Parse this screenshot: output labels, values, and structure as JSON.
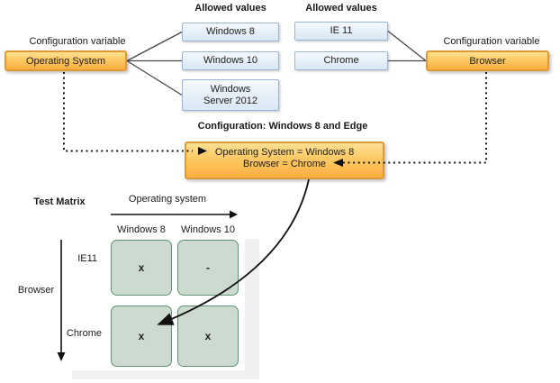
{
  "os": {
    "caption": "Configuration variable",
    "box_label": "Operating System",
    "allowed_heading": "Allowed values",
    "values": [
      "Windows 8",
      "Windows 10",
      "Windows Server 2012"
    ]
  },
  "browser": {
    "caption": "Configuration variable",
    "box_label": "Browser",
    "allowed_heading": "Allowed values",
    "values": [
      "IE 11",
      "Chrome"
    ]
  },
  "configuration": {
    "heading": "Configuration: Windows 8 and Edge",
    "line1": "Operating System = Windows 8",
    "line2": "Browser = Chrome"
  },
  "matrix": {
    "title": "Test Matrix",
    "x_axis_label": "Operating system",
    "y_axis_label": "Browser",
    "columns": [
      "Windows 8",
      "Windows 10"
    ],
    "rows": [
      "IE11",
      "Chrome"
    ],
    "cells": [
      [
        "x",
        "-"
      ],
      [
        "x",
        "x"
      ]
    ]
  },
  "colors": {
    "variable_box_fill_top": "#fde093",
    "variable_box_fill_bottom": "#fbae3f",
    "variable_box_border": "#e09a35",
    "value_box_fill": "#d9e7f5",
    "value_box_border": "#98b4d8",
    "matrix_cell_fill": "#ccdacf",
    "matrix_cell_border": "#5e9273",
    "shadow_panel": "#f0f0f1",
    "connector_line": "#474747",
    "text": "#1a1a1a"
  }
}
